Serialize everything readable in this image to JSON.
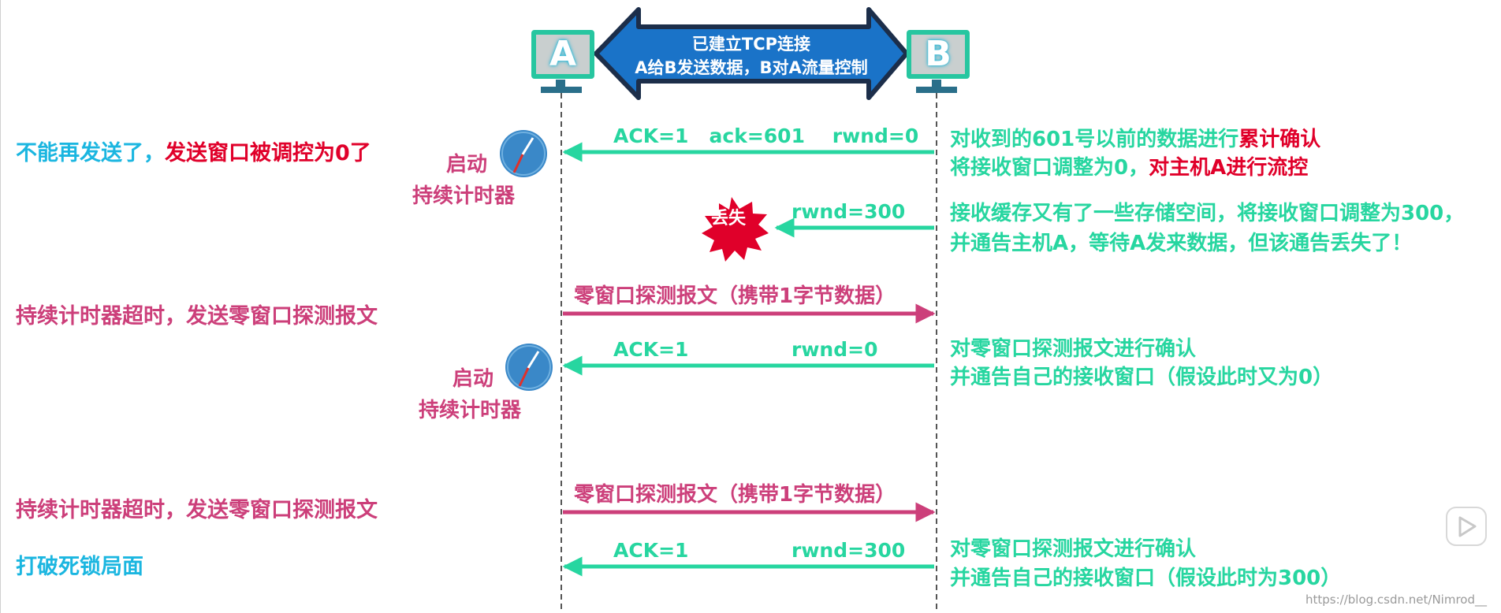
{
  "header": {
    "line1": "已建立TCP连接",
    "line2": "A给B发送数据，B对A流量控制"
  },
  "hosts": {
    "a": "A",
    "b": "B"
  },
  "colors": {
    "teal": "#27d6a0",
    "magenta": "#cc3f7a",
    "cyan": "#1bb6e0",
    "red": "#e0002a",
    "blue": "#1a73c8"
  },
  "messages": {
    "m1": "ACK=1   ack=601    rwnd=0",
    "m2": "rwnd=300",
    "m3": "零窗口探测报文（携带1字节数据）",
    "m4_ack": "ACK=1",
    "m4_rwnd": "rwnd=0",
    "m5": "零窗口探测报文（携带1字节数据）",
    "m6_ack": "ACK=1",
    "m6_rwnd": "rwnd=300"
  },
  "lost_label": "丢失",
  "timer": {
    "start1": "启动",
    "name1": "持续计时器",
    "start2": "启动",
    "name2": "持续计时器"
  },
  "left_notes": {
    "n1_a": "不能再发送了，",
    "n1_b": "发送窗口被调控为0了",
    "n2": "持续计时器超时，发送零窗口探测报文",
    "n3": "持续计时器超时，发送零窗口探测报文",
    "n4": "打破死锁局面"
  },
  "right_notes": {
    "r1_a": "对收到的601号以前的数据进行",
    "r1_b": "累计确认",
    "r2_a": "将接收窗口调整为0，",
    "r2_b": "对主机A进行流控",
    "r3": "接收缓存又有了一些存储空间，将接收窗口调整为300，",
    "r4": "并通告主机A，等待A发来数据，但该通告丢失了！",
    "r5": "对零窗口探测报文进行确认",
    "r6": "并通告自己的接收窗口（假设此时又为0）",
    "r7": "对零窗口探测报文进行确认",
    "r8": "并通告自己的接收窗口（假设此时为300）"
  },
  "watermark": "https://blog.csdn.net/Nimrod__"
}
